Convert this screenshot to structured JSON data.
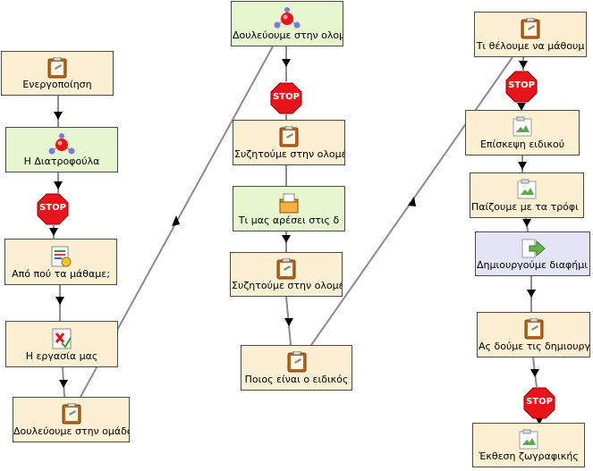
{
  "nodes": {
    "energopoiisi": "Ενεργοποίηση",
    "diatrofoula": "Η Διατροφούλα",
    "apo_pou": "Από πού τα μάθαμε;",
    "ergasia": "Η εργασία μας",
    "douleuoume_omada": "Δουλεύουμε στην ομάδα",
    "douleuoume_olom": "Δουλεύουμε στην ολομ",
    "syzitoume_1": "Συζητούμε στην ολομέ",
    "mas_aresei": "Τι μας αρέσει στις δ",
    "syzitoume_2": "Συζητούμε στην ολομέ",
    "poios_eidikos": "Ποιος είναι ο ειδικός",
    "ti_theloume": "Τι θέλουμε να μάθουμ",
    "episkepsi": "Επίσκεψη ειδικού",
    "paizoume": "Παίζουμε με τα τρόφι",
    "dimiourgoume": "Δημιουργούμε διαφήμι",
    "as_doume": "Ας δούμε τις δημιουργ",
    "ekthesi": "Έκθεση ζωγραφικής"
  },
  "stop_label": "STOP",
  "colors": {
    "task_fill": "#fcefd2",
    "group_fill": "#e6f6cf",
    "creation_fill": "#e4e4f6",
    "stop_red": "#e8141b",
    "edge": "#8a8a9a"
  }
}
